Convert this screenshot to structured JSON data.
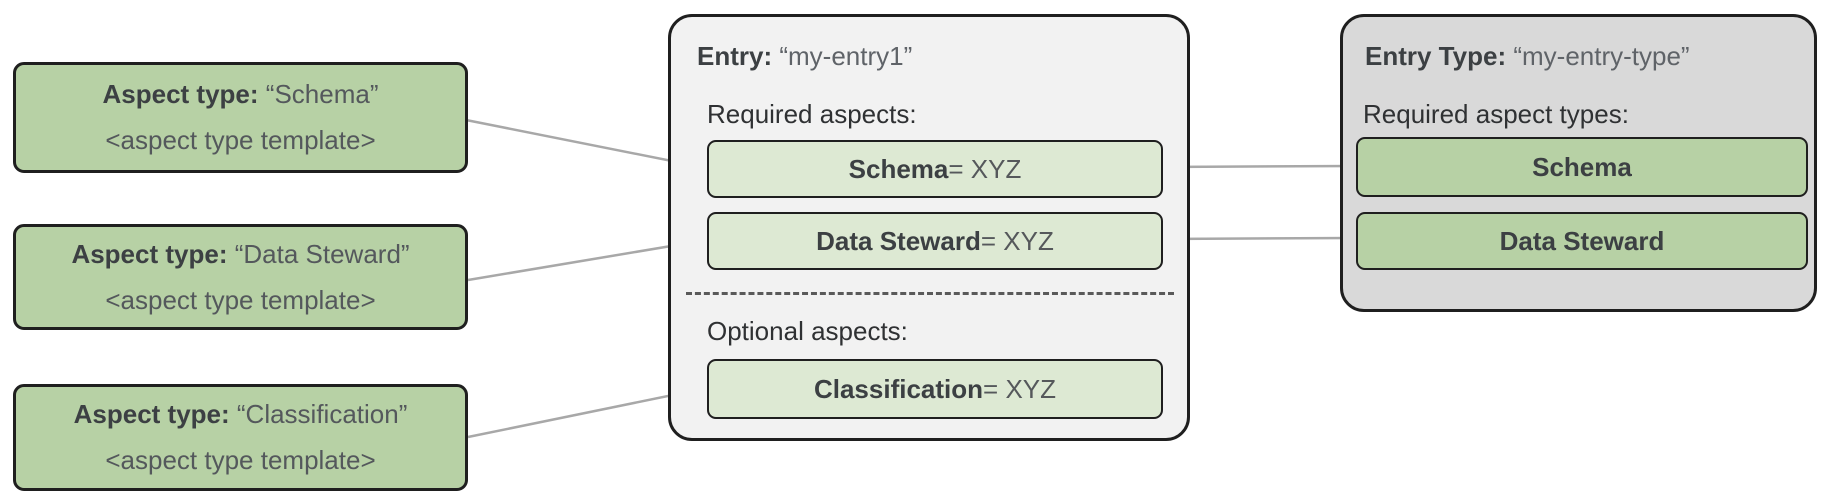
{
  "colors": {
    "aspect_box_green": "#b7d1a5",
    "entry_panel_gray": "#f2f2f2",
    "entry_chip_green": "#dde9d3",
    "entry_type_panel_gray": "#d9d9d9",
    "border_dark": "#1f1f1f",
    "connector_gray": "#a8a8a8",
    "text_dark": "#3c4043"
  },
  "aspect_type_boxes": [
    {
      "label": "Aspect type:",
      "value": "“Schema”",
      "template": "<aspect type template>"
    },
    {
      "label": "Aspect type:",
      "value": "“Data Steward”",
      "template": "<aspect type template>"
    },
    {
      "label": "Aspect type:",
      "value": "“Classification”",
      "template": "<aspect type template>"
    }
  ],
  "entry": {
    "label": "Entry:",
    "name": "“my-entry1”",
    "required_section_label": "Required aspects:",
    "required_aspects": [
      {
        "name": "Schema",
        "suffix": " = XYZ"
      },
      {
        "name": "Data Steward",
        "suffix": " = XYZ"
      }
    ],
    "optional_section_label": "Optional aspects:",
    "optional_aspects": [
      {
        "name": "Classification",
        "suffix": " = XYZ"
      }
    ]
  },
  "entry_type": {
    "label": "Entry Type:",
    "name": "“my-entry-type”",
    "required_section_label": "Required aspect types:",
    "required_aspect_types": [
      {
        "name": "Schema"
      },
      {
        "name": "Data Steward"
      }
    ]
  }
}
